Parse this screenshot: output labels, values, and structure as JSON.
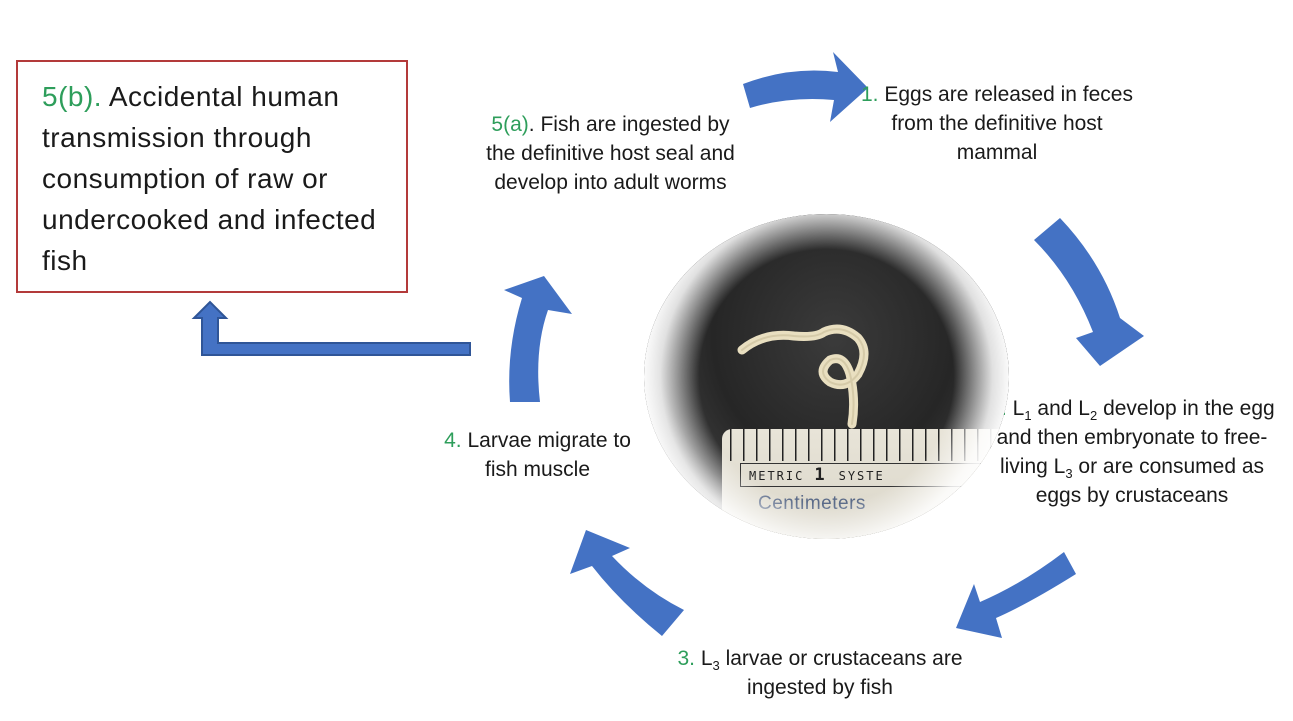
{
  "steps": {
    "step1": {
      "number": "1.",
      "text": "Eggs are released in feces from the definitive host mammal"
    },
    "step2": {
      "number": "2.",
      "l1_prefix": "L",
      "l1_sub": "1",
      "and_text": "and L",
      "l2_sub": "2",
      "middle_text": "develop in the egg and then embryonate to free-living L",
      "l3_sub": "3",
      "end_text": "or are consumed as eggs by crustaceans"
    },
    "step3": {
      "number": "3.",
      "l3_prefix": "L",
      "l3_sub": "3",
      "text": "larvae or crustaceans are ingested by fish"
    },
    "step4": {
      "number": "4.",
      "text": "Larvae migrate to fish muscle"
    },
    "step5a": {
      "number": "5(a)",
      "text": ". Fish are ingested by the definitive host seal and develop into adult worms"
    },
    "step5b": {
      "number": "5(b).",
      "text": "Accidental human transmission through consumption of raw or undercooked and infected fish"
    }
  },
  "photo": {
    "ruler_label": "METRIC",
    "ruler_number": "1",
    "ruler_label2": "SYSTE",
    "ruler_units": "Centimeters"
  },
  "colors": {
    "arrow": "#4472c4",
    "arrow_border": "#2f5597",
    "step_number": "#2e9e5b",
    "box_border": "#b33a3a"
  }
}
